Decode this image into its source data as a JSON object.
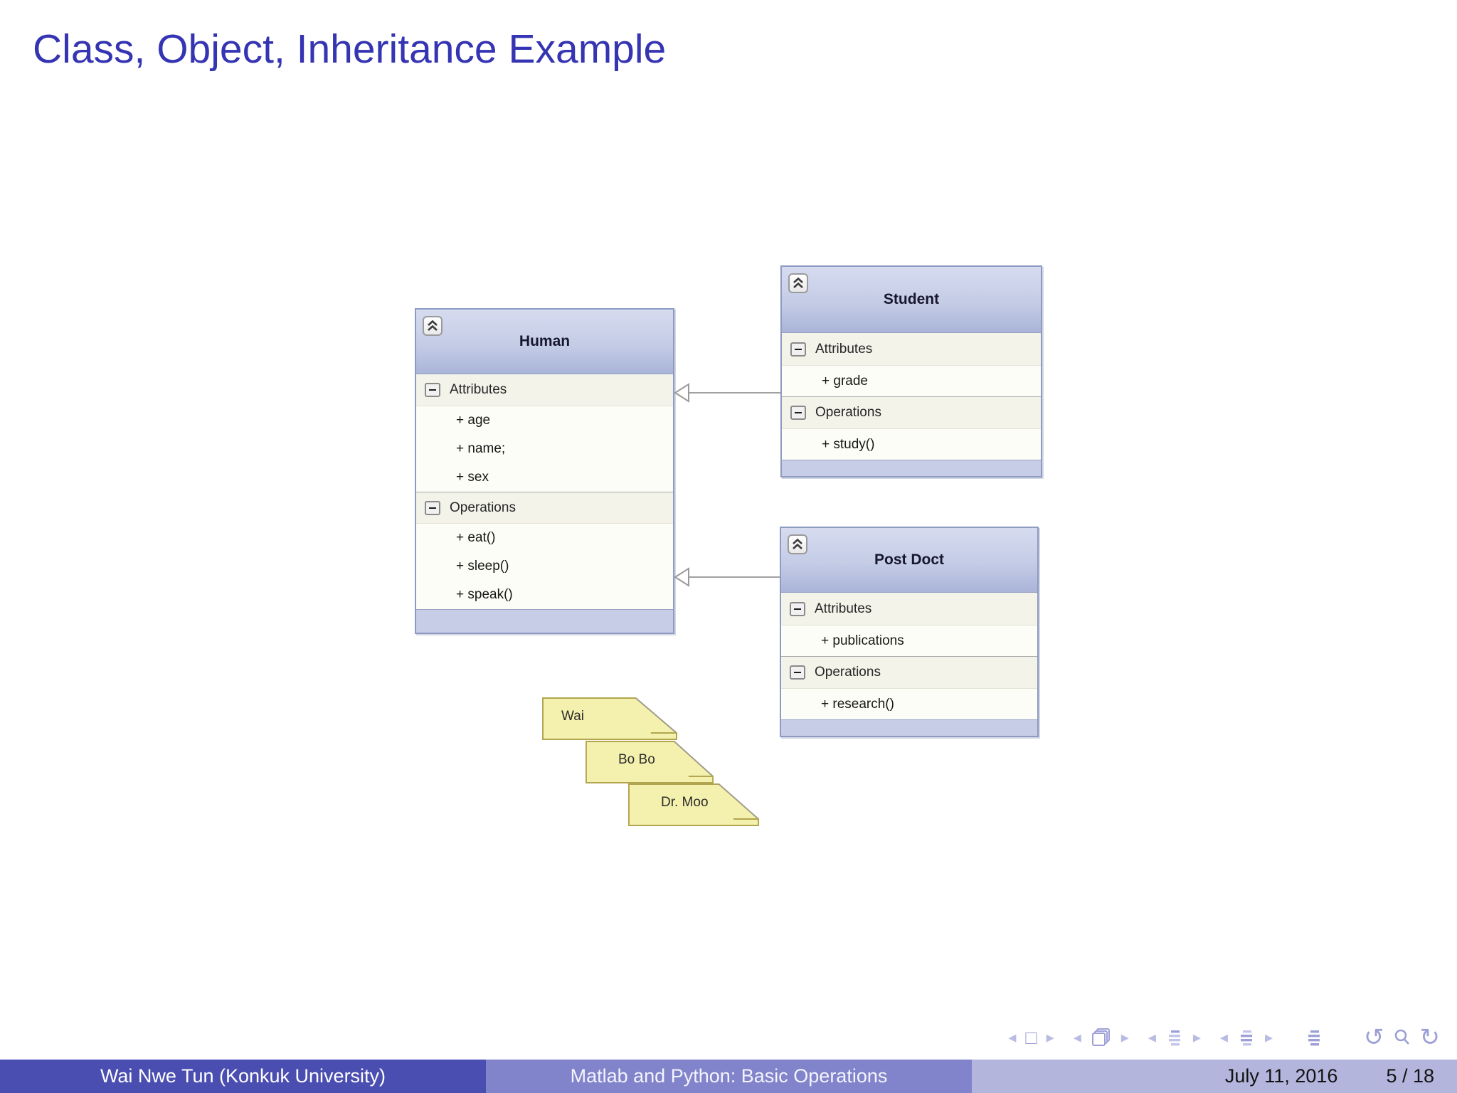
{
  "slide": {
    "title": "Class, Object, Inheritance Example",
    "accent_color": "#3534b3",
    "background_color": "#ffffff"
  },
  "diagram": {
    "section_labels": {
      "attributes": "Attributes",
      "operations": "Operations"
    },
    "classes": [
      {
        "name": "Human",
        "attributes": [
          "+ age",
          "+ name;",
          "+ sex"
        ],
        "operations": [
          "+ eat()",
          "+ sleep()",
          "+ speak()"
        ]
      },
      {
        "name": "Student",
        "attributes": [
          "+ grade"
        ],
        "operations": [
          "+ study()"
        ]
      },
      {
        "name": "Post Doct",
        "attributes": [
          "+ publications"
        ],
        "operations": [
          "+ research()"
        ]
      }
    ],
    "relations": [
      {
        "from": "Student",
        "to": "Human",
        "type": "generalization"
      },
      {
        "from": "Post Doct",
        "to": "Human",
        "type": "generalization"
      }
    ],
    "notes": [
      {
        "text": "Wai"
      },
      {
        "text": "Bo Bo"
      },
      {
        "text": "Dr. Moo"
      }
    ],
    "colors": {
      "box_border": "#8d9ac1",
      "header_gradient_top": "#d6dbef",
      "header_gradient_bottom": "#aab4d8",
      "body_background": "#fbfbf4",
      "section_row_background": "#f3f3e9",
      "bottom_strip": "#c7cde7",
      "connector": "#a1a1a1",
      "note_fill": "#f4f0ad",
      "note_border": "#b1a64f"
    }
  },
  "nav": {
    "glyphs": {
      "prev": "◂",
      "next": "▸",
      "frame": "□",
      "undo": "↺",
      "redo": "↻"
    },
    "items": [
      "prev-slide",
      "current-frame",
      "next-slide",
      "prev-frame",
      "frame-stack",
      "next-frame",
      "prev-section",
      "section-list",
      "next-section",
      "prev-subsection",
      "subsection-list",
      "next-subsection",
      "appendix-list",
      "undo",
      "search",
      "redo"
    ]
  },
  "footer": {
    "author": "Wai Nwe Tun  (Konkuk University)",
    "talk_title": "Matlab and Python: Basic Operations",
    "date": "July 11, 2016",
    "page": "5 / 18",
    "colors": {
      "left_bg": "#4b4eb1",
      "middle_bg": "#8184cb",
      "right_bg": "#b3b5dc"
    }
  }
}
